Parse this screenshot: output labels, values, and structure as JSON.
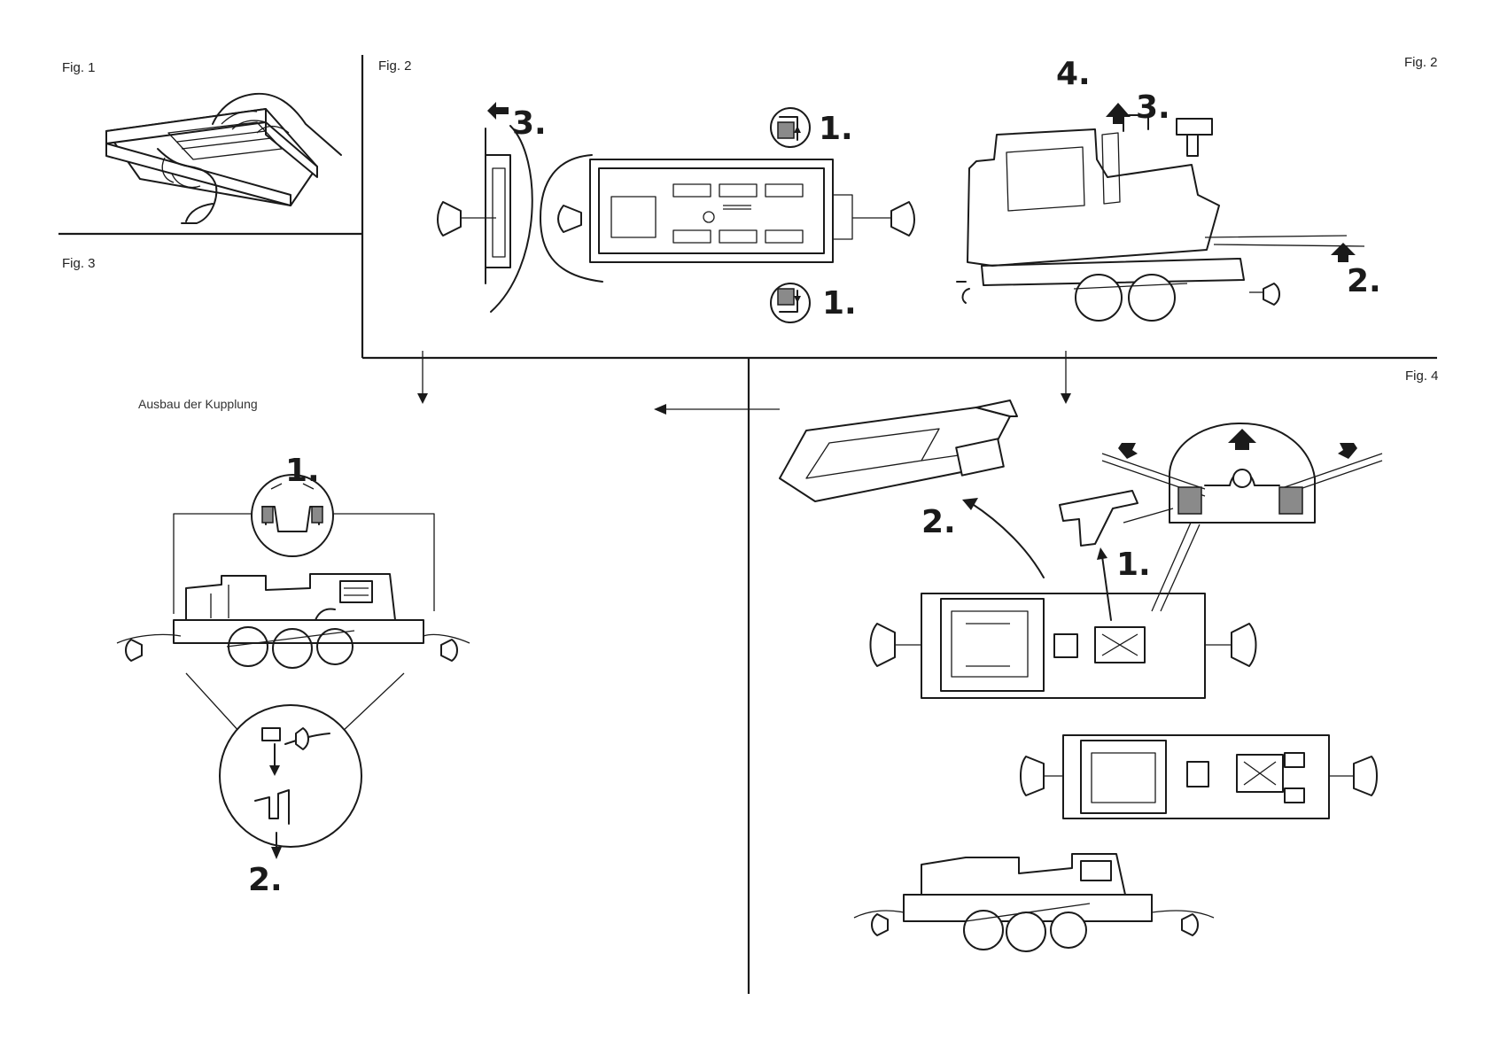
{
  "labels": {
    "fig1": "Fig. 1",
    "fig2_left": "Fig. 2",
    "fig2_right": "Fig. 2",
    "fig3": "Fig. 3",
    "fig4": "Fig. 4",
    "caption_fig3": "Ausbau der Kupplung"
  },
  "steps": {
    "fig2_left_3": "3.",
    "fig2_left_1_top": "1.",
    "fig2_left_1_bottom": "1.",
    "fig2_right_4": "4.",
    "fig2_right_3": "3.",
    "fig2_right_2": "2.",
    "fig3_1": "1.",
    "fig3_2": "2.",
    "fig4_2": "2.",
    "fig4_1": "1."
  }
}
